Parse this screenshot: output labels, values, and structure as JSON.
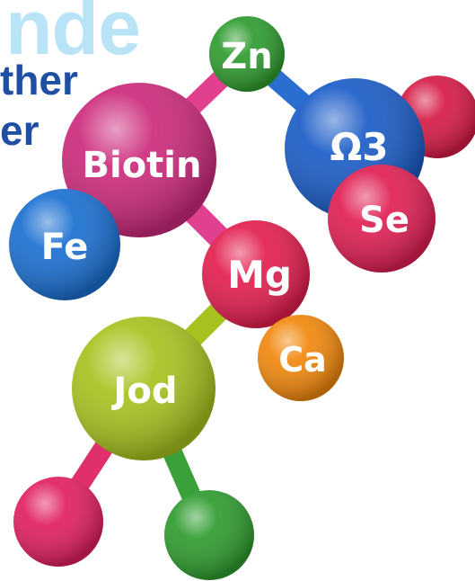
{
  "partial_text": [
    "nde",
    "ther",
    "er"
  ],
  "elements": [
    {
      "label": "Zn",
      "color": "#2e9b2e"
    },
    {
      "label": "Biotin",
      "color": "#cc2a7b"
    },
    {
      "label": "Ω3",
      "color": "#1a5cc7"
    },
    {
      "label": "Se",
      "color": "#e01f53"
    },
    {
      "label": "Fe",
      "color": "#1a6fd1"
    },
    {
      "label": "Mg",
      "color": "#e31e4e"
    },
    {
      "label": "Ca",
      "color": "#f0870c"
    },
    {
      "label": "Jod",
      "color": "#a6c21e"
    }
  ],
  "unlabeled_spheres": [
    {
      "color": "#d61a45"
    },
    {
      "color": "#e01f5e"
    },
    {
      "color": "#2e9b2e"
    }
  ]
}
